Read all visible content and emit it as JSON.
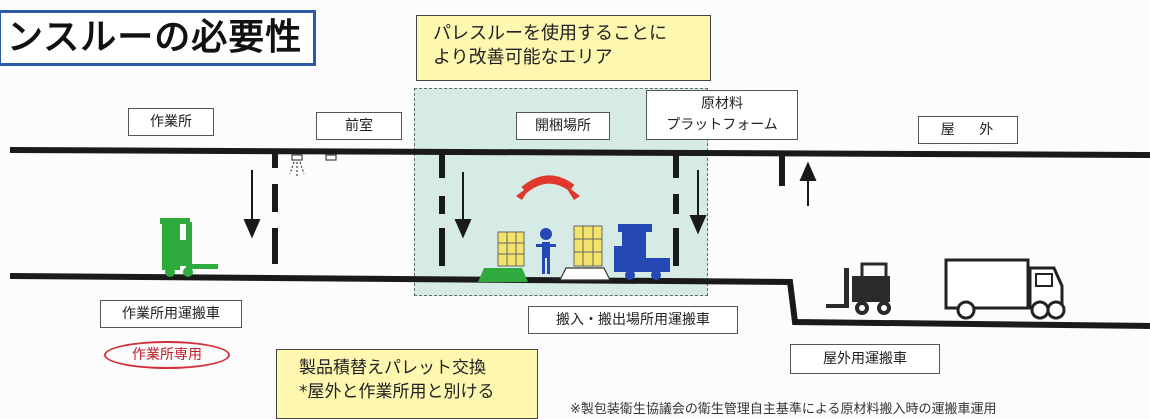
{
  "title": "ンスルーの必要性",
  "improvement_note": {
    "line1": "パレスルーを使用することに",
    "line2": "より改善可能なエリア"
  },
  "areas": {
    "workshop": "作業所",
    "anteroom": "前室",
    "unpacking": "開梱場所",
    "raw_material_platform_1": "原材料",
    "raw_material_platform_2": "プラットフォーム",
    "outdoor": "屋 外"
  },
  "vehicles": {
    "workshop_vehicle": "作業所用運搬車",
    "workshop_only": "作業所専用",
    "inout_vehicle": "搬入・搬出場所用運搬車",
    "outdoor_vehicle": "屋外用運搬車"
  },
  "exchange_note": {
    "line1": "製品積替えパレット交換",
    "line2": "*屋外と作業所用と別ける"
  },
  "footnote": "※製包装衛生協議会の衛生管理自主基準による原材料搬入時の運搬車運用",
  "colors": {
    "title_border": "#2c5aa6",
    "zone_fill": "#d6ebe6",
    "note_fill": "#fdf7b0",
    "green_forklift": "#2faa3c",
    "blue_forklift": "#2448b4",
    "red_arrow": "#e0382c",
    "oval_red": "#d0303a"
  }
}
